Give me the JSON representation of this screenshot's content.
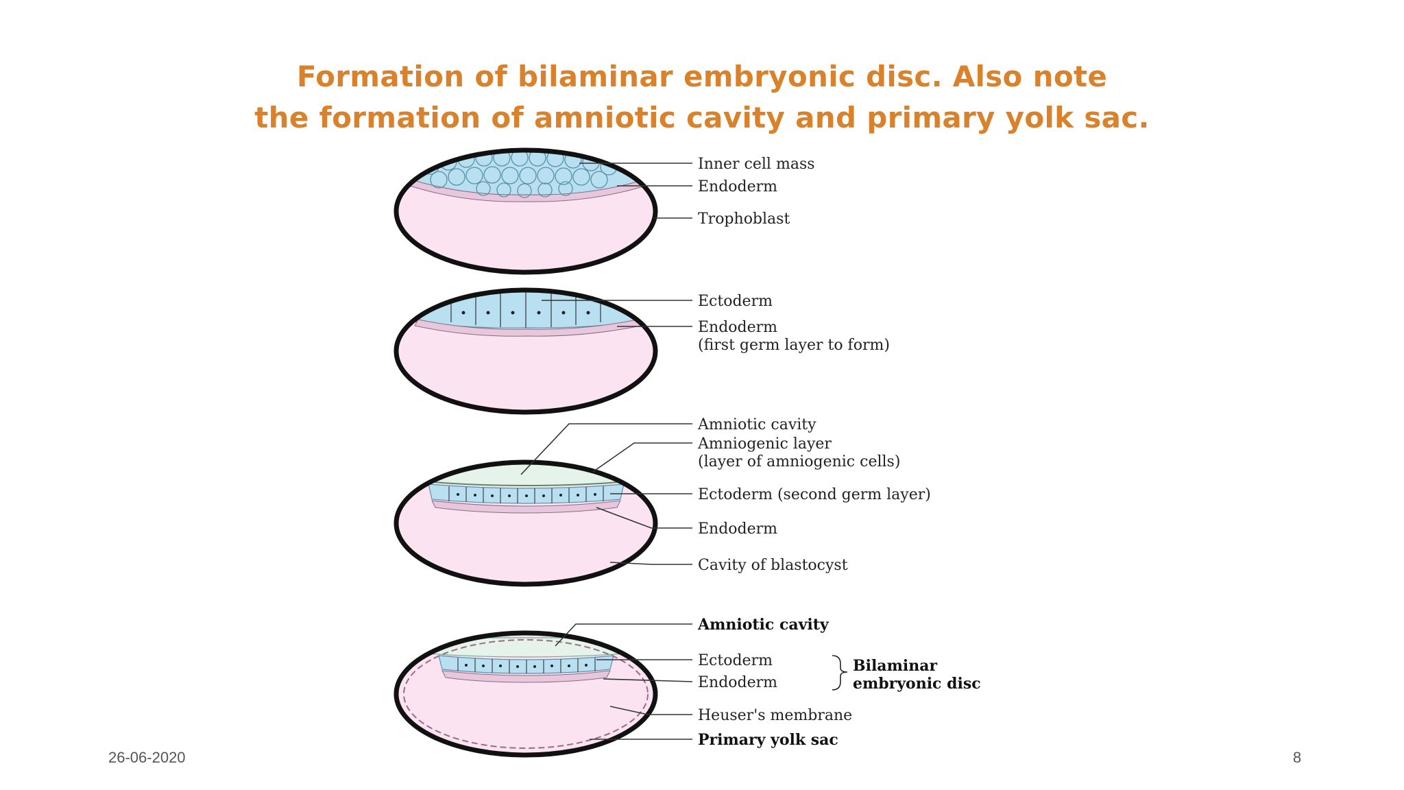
{
  "title": {
    "line1": "Formation of bilaminar embryonic disc. Also note",
    "line2": "the formation of amniotic cavity and primary yolk sac."
  },
  "stage1": {
    "inner_cell_mass": "Inner cell mass",
    "endoderm": "Endoderm",
    "trophoblast": "Trophoblast"
  },
  "stage2": {
    "ectoderm": "Ectoderm",
    "endoderm": "Endoderm",
    "endoderm_note": "(first germ layer to form)"
  },
  "stage3": {
    "amniotic_cavity": "Amniotic cavity",
    "amniogenic_layer": "Amniogenic layer",
    "amniogenic_note": "(layer of amniogenic cells)",
    "ectoderm": "Ectoderm (second germ layer)",
    "endoderm": "Endoderm",
    "blastocyst_cavity": "Cavity of blastocyst"
  },
  "stage4": {
    "amniotic_cavity": "Amniotic cavity",
    "ectoderm": "Ectoderm",
    "endoderm": "Endoderm",
    "bilaminar_line1": "Bilaminar",
    "bilaminar_line2": "embryonic disc",
    "heusers_membrane": "Heuser's membrane",
    "primary_yolk_sac": "Primary yolk sac"
  },
  "footer": {
    "date": "26-06-2020",
    "page": "8"
  },
  "colors": {
    "title": "#d9822b",
    "cavity_fill": "#fbe3f1",
    "cell_fill": "#b9e0f0",
    "amniotic_fill": "#e6f3ea",
    "outline": "#111111"
  }
}
